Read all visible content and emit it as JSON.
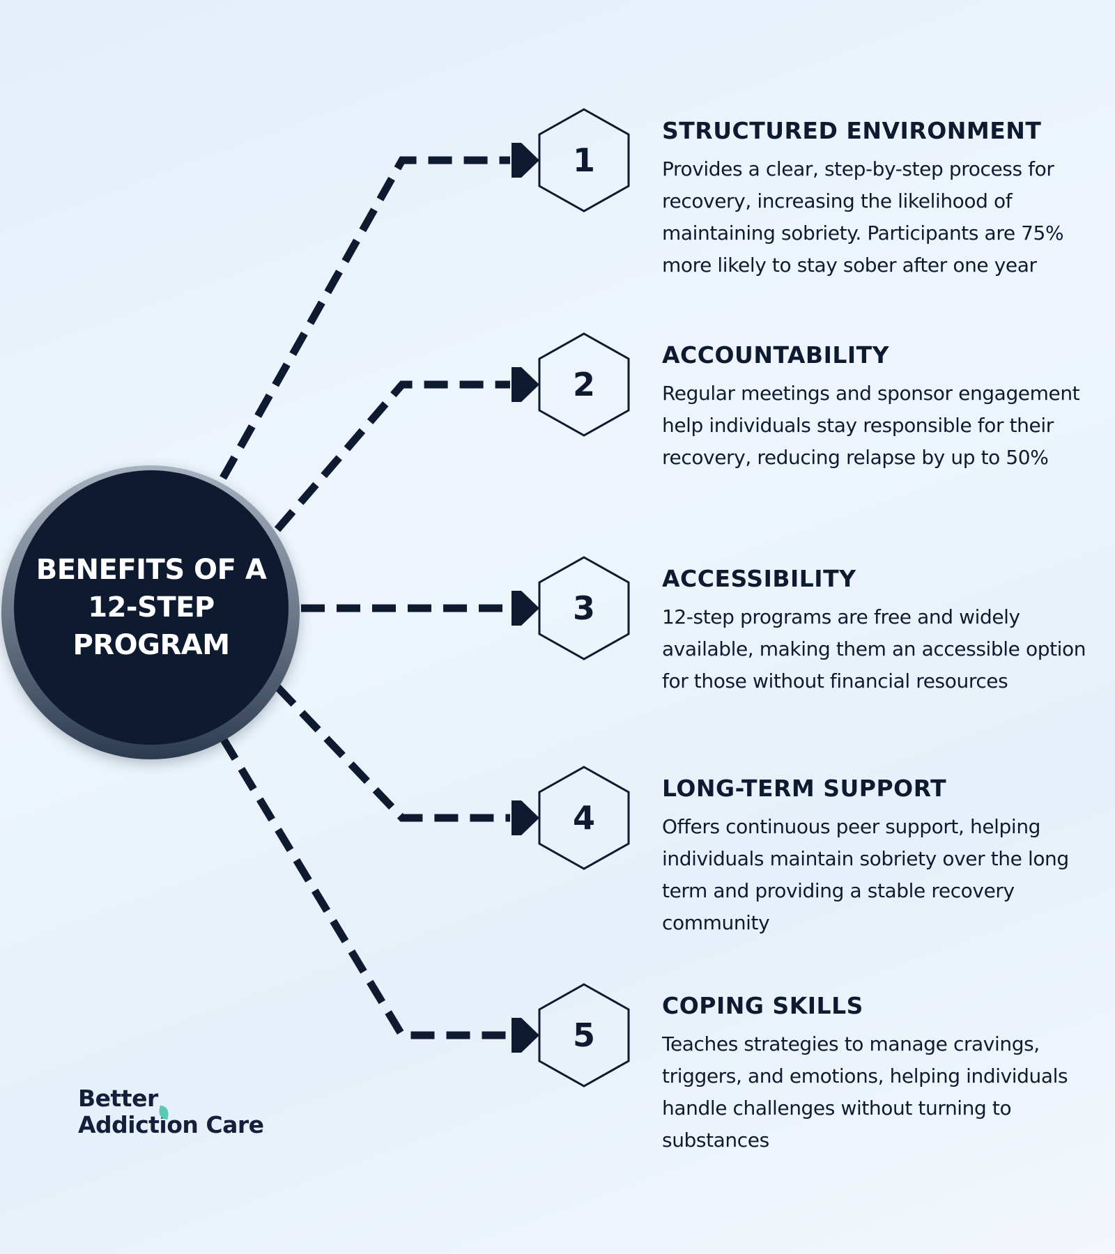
{
  "hub": {
    "title_lines": [
      "BENEFITS OF A",
      "12-STEP",
      "PROGRAM"
    ]
  },
  "benefits": [
    {
      "number": "1",
      "title": "STRUCTURED ENVIRONMENT",
      "description": "Provides a clear, step-by-step process for recovery, increasing the likelihood of maintaining sobriety. Participants are 75% more likely to stay sober after one year"
    },
    {
      "number": "2",
      "title": "ACCOUNTABILITY",
      "description": "Regular meetings and sponsor engagement help individuals stay responsible for their recovery, reducing relapse by up to 50%"
    },
    {
      "number": "3",
      "title": "ACCESSIBILITY",
      "description": "12-step programs are free and widely available, making them an accessible option for those without financial resources"
    },
    {
      "number": "4",
      "title": "LONG-TERM SUPPORT",
      "description": "Offers continuous peer support, helping individuals maintain sobriety over the long term and providing a stable recovery community"
    },
    {
      "number": "5",
      "title": "COPING SKILLS",
      "description": "Teaches strategies to manage cravings, triggers, and emotions, helping individuals handle challenges without turning to substances"
    }
  ],
  "logo": {
    "line1": "Better",
    "line2": "Addiction Care"
  },
  "colors": {
    "navy": "#0d1a30",
    "leaf": "#59c8b4"
  }
}
